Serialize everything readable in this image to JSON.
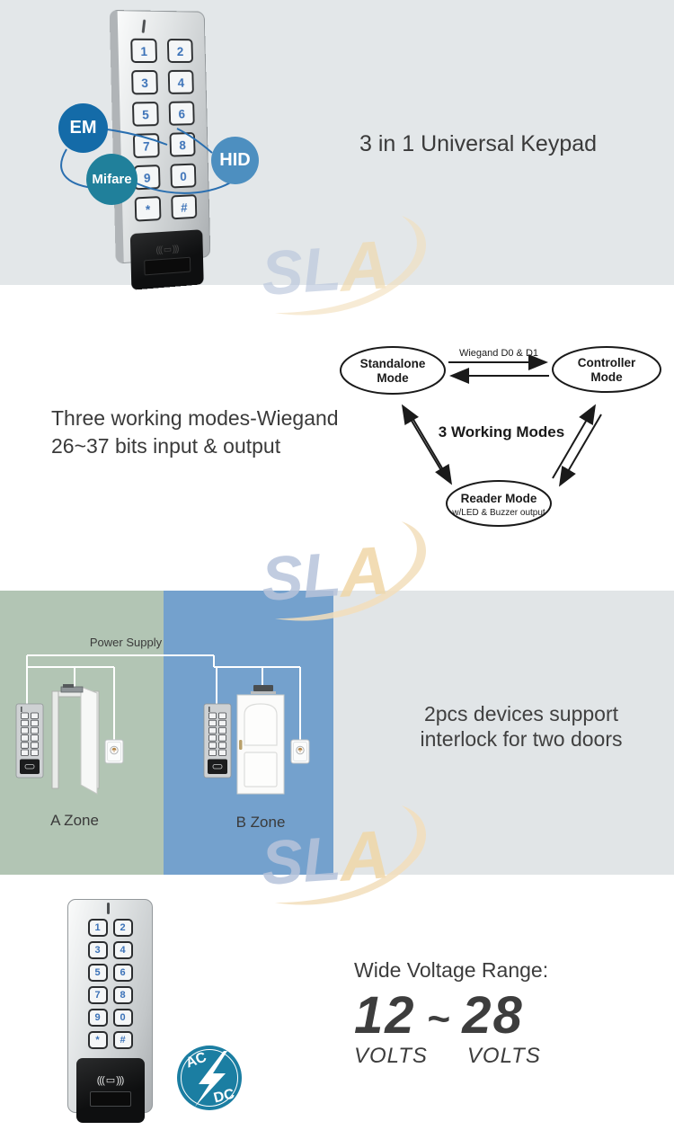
{
  "hero": {
    "title": "3 in 1 Universal Keypad",
    "badge_em": "EM",
    "badge_mifare": "Mifare",
    "badge_hid": "HID"
  },
  "keypad": {
    "keys": [
      "1",
      "2",
      "3",
      "4",
      "5",
      "6",
      "7",
      "8",
      "9",
      "0",
      "*",
      "#"
    ],
    "rfid_icon": "((( ▭ )))"
  },
  "modes": {
    "heading_line1": "Three working modes-Wiegand",
    "heading_line2": "26~37 bits input & output",
    "wiegand_label": "Wiegand D0 & D1",
    "center_label": "3 Working Modes",
    "standalone_line1": "Standalone",
    "standalone_line2": "Mode",
    "controller_line1": "Controller",
    "controller_line2": "Mode",
    "reader_line1": "Reader Mode",
    "reader_line2": "w/LED & Buzzer output"
  },
  "interlock": {
    "power_supply": "Power Supply",
    "zone_a": "A Zone",
    "zone_b": "B Zone",
    "text_line1": "2pcs devices support",
    "text_line2": "interlock for two doors"
  },
  "voltage": {
    "heading": "Wide Voltage Range:",
    "min": "12",
    "separator": "~",
    "max": "28",
    "volts_min": "VOLTS",
    "volts_max": "VOLTS",
    "badge_top": "AC",
    "badge_bottom": "DC"
  },
  "watermark": {
    "letters": "SL",
    "letter_a": "A"
  },
  "colors": {
    "hero_bg": "#e3e7e9",
    "zone_a_bg": "#b2c5b4",
    "zone_b_bg": "#74a1cd",
    "interlock_right_bg": "#e1e5e7",
    "badge_em_bg": "#146ba8",
    "badge_mifare_bg": "#20809b",
    "badge_hid_bg": "#4d8fc0",
    "acdc_badge_bg": "#1b7ea2",
    "key_digit_color": "#3b72b8",
    "connector_color": "#2a6fb0"
  }
}
